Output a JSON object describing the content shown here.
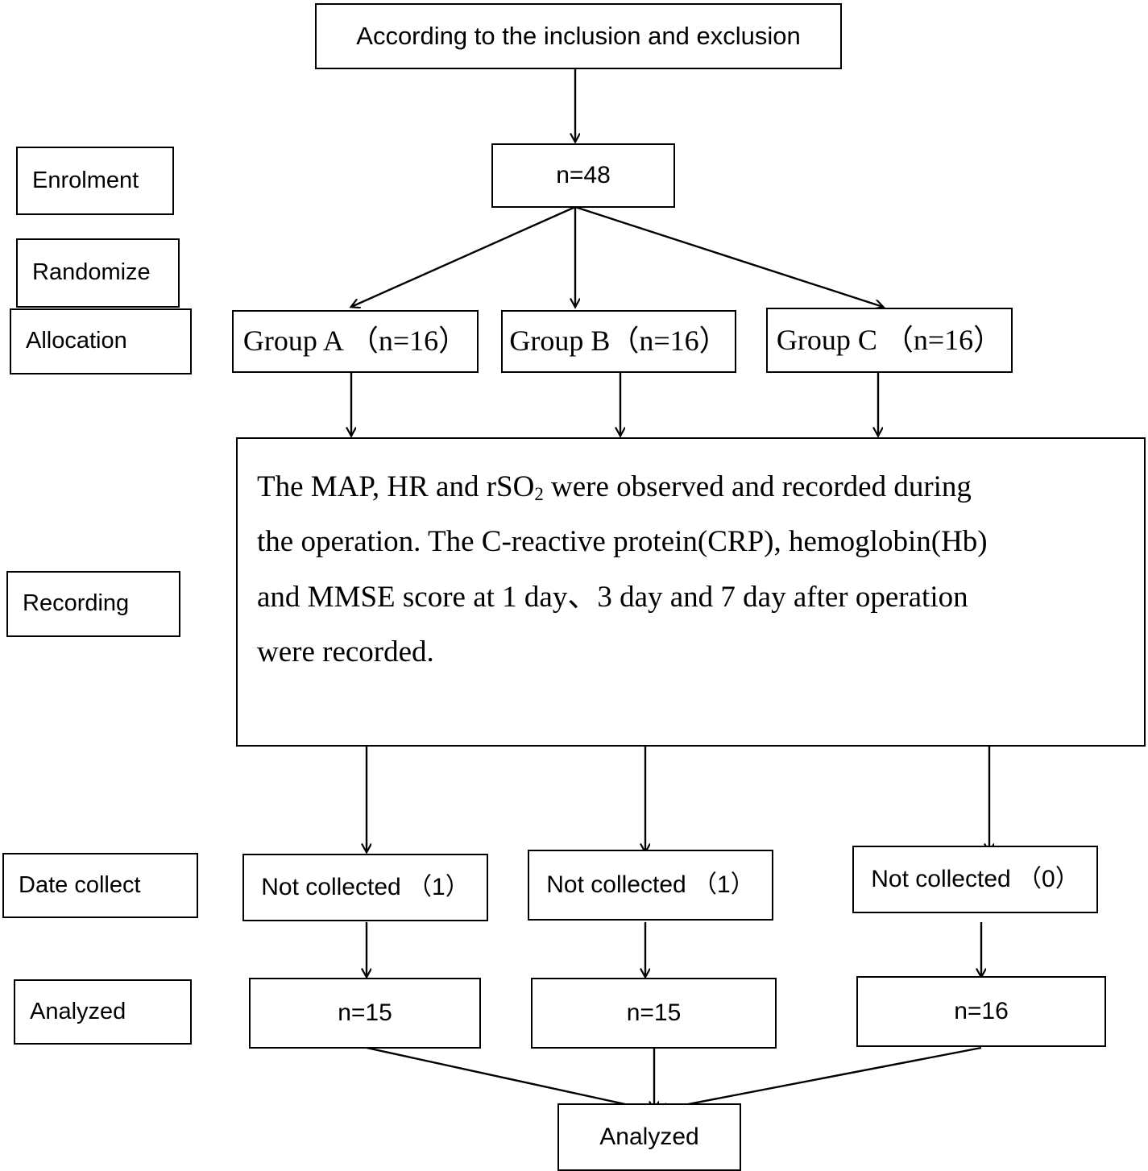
{
  "diagram": {
    "title_box": {
      "label": "According to the inclusion and exclusion"
    },
    "stages": [
      {
        "key": "enrolment",
        "label": "Enrolment"
      },
      {
        "key": "randomize",
        "label": "Randomize"
      },
      {
        "key": "allocation",
        "label": "Allocation"
      },
      {
        "key": "recording",
        "label": "Recording"
      },
      {
        "key": "date_collect",
        "label": "Date collect"
      },
      {
        "key": "analyzed",
        "label": "Analyzed"
      }
    ],
    "enrolment_box": {
      "label": "n=48"
    },
    "allocation_boxes": [
      {
        "key": "group_a",
        "label": "Group A （n=16）"
      },
      {
        "key": "group_b",
        "label": "Group B（n=16）"
      },
      {
        "key": "group_c",
        "label": "Group C （n=16）"
      }
    ],
    "recording_box": {
      "line1": "The MAP, HR and rSO",
      "line1_sub": "2",
      "line1_rest": " were observed and recorded during",
      "line2": "the operation. The C-reactive protein(CRP), hemoglobin(Hb)",
      "line3": "and MMSE score at 1 day、3 day and 7 day after operation",
      "line4": "were recorded."
    },
    "not_collected_boxes": [
      {
        "key": "not_collected_a",
        "label": "Not collected （1）"
      },
      {
        "key": "not_collected_b",
        "label": "Not collected （1）"
      },
      {
        "key": "not_collected_c",
        "label": "Not collected （0）"
      }
    ],
    "analyzed_boxes": [
      {
        "key": "analyzed_a",
        "label": "n=15"
      },
      {
        "key": "analyzed_b",
        "label": "n=15"
      },
      {
        "key": "analyzed_c",
        "label": "n=16"
      }
    ],
    "final_box": {
      "label": "Analyzed"
    },
    "colors": {
      "stroke": "#000000",
      "fill": "#ffffff",
      "text": "#000000"
    }
  }
}
